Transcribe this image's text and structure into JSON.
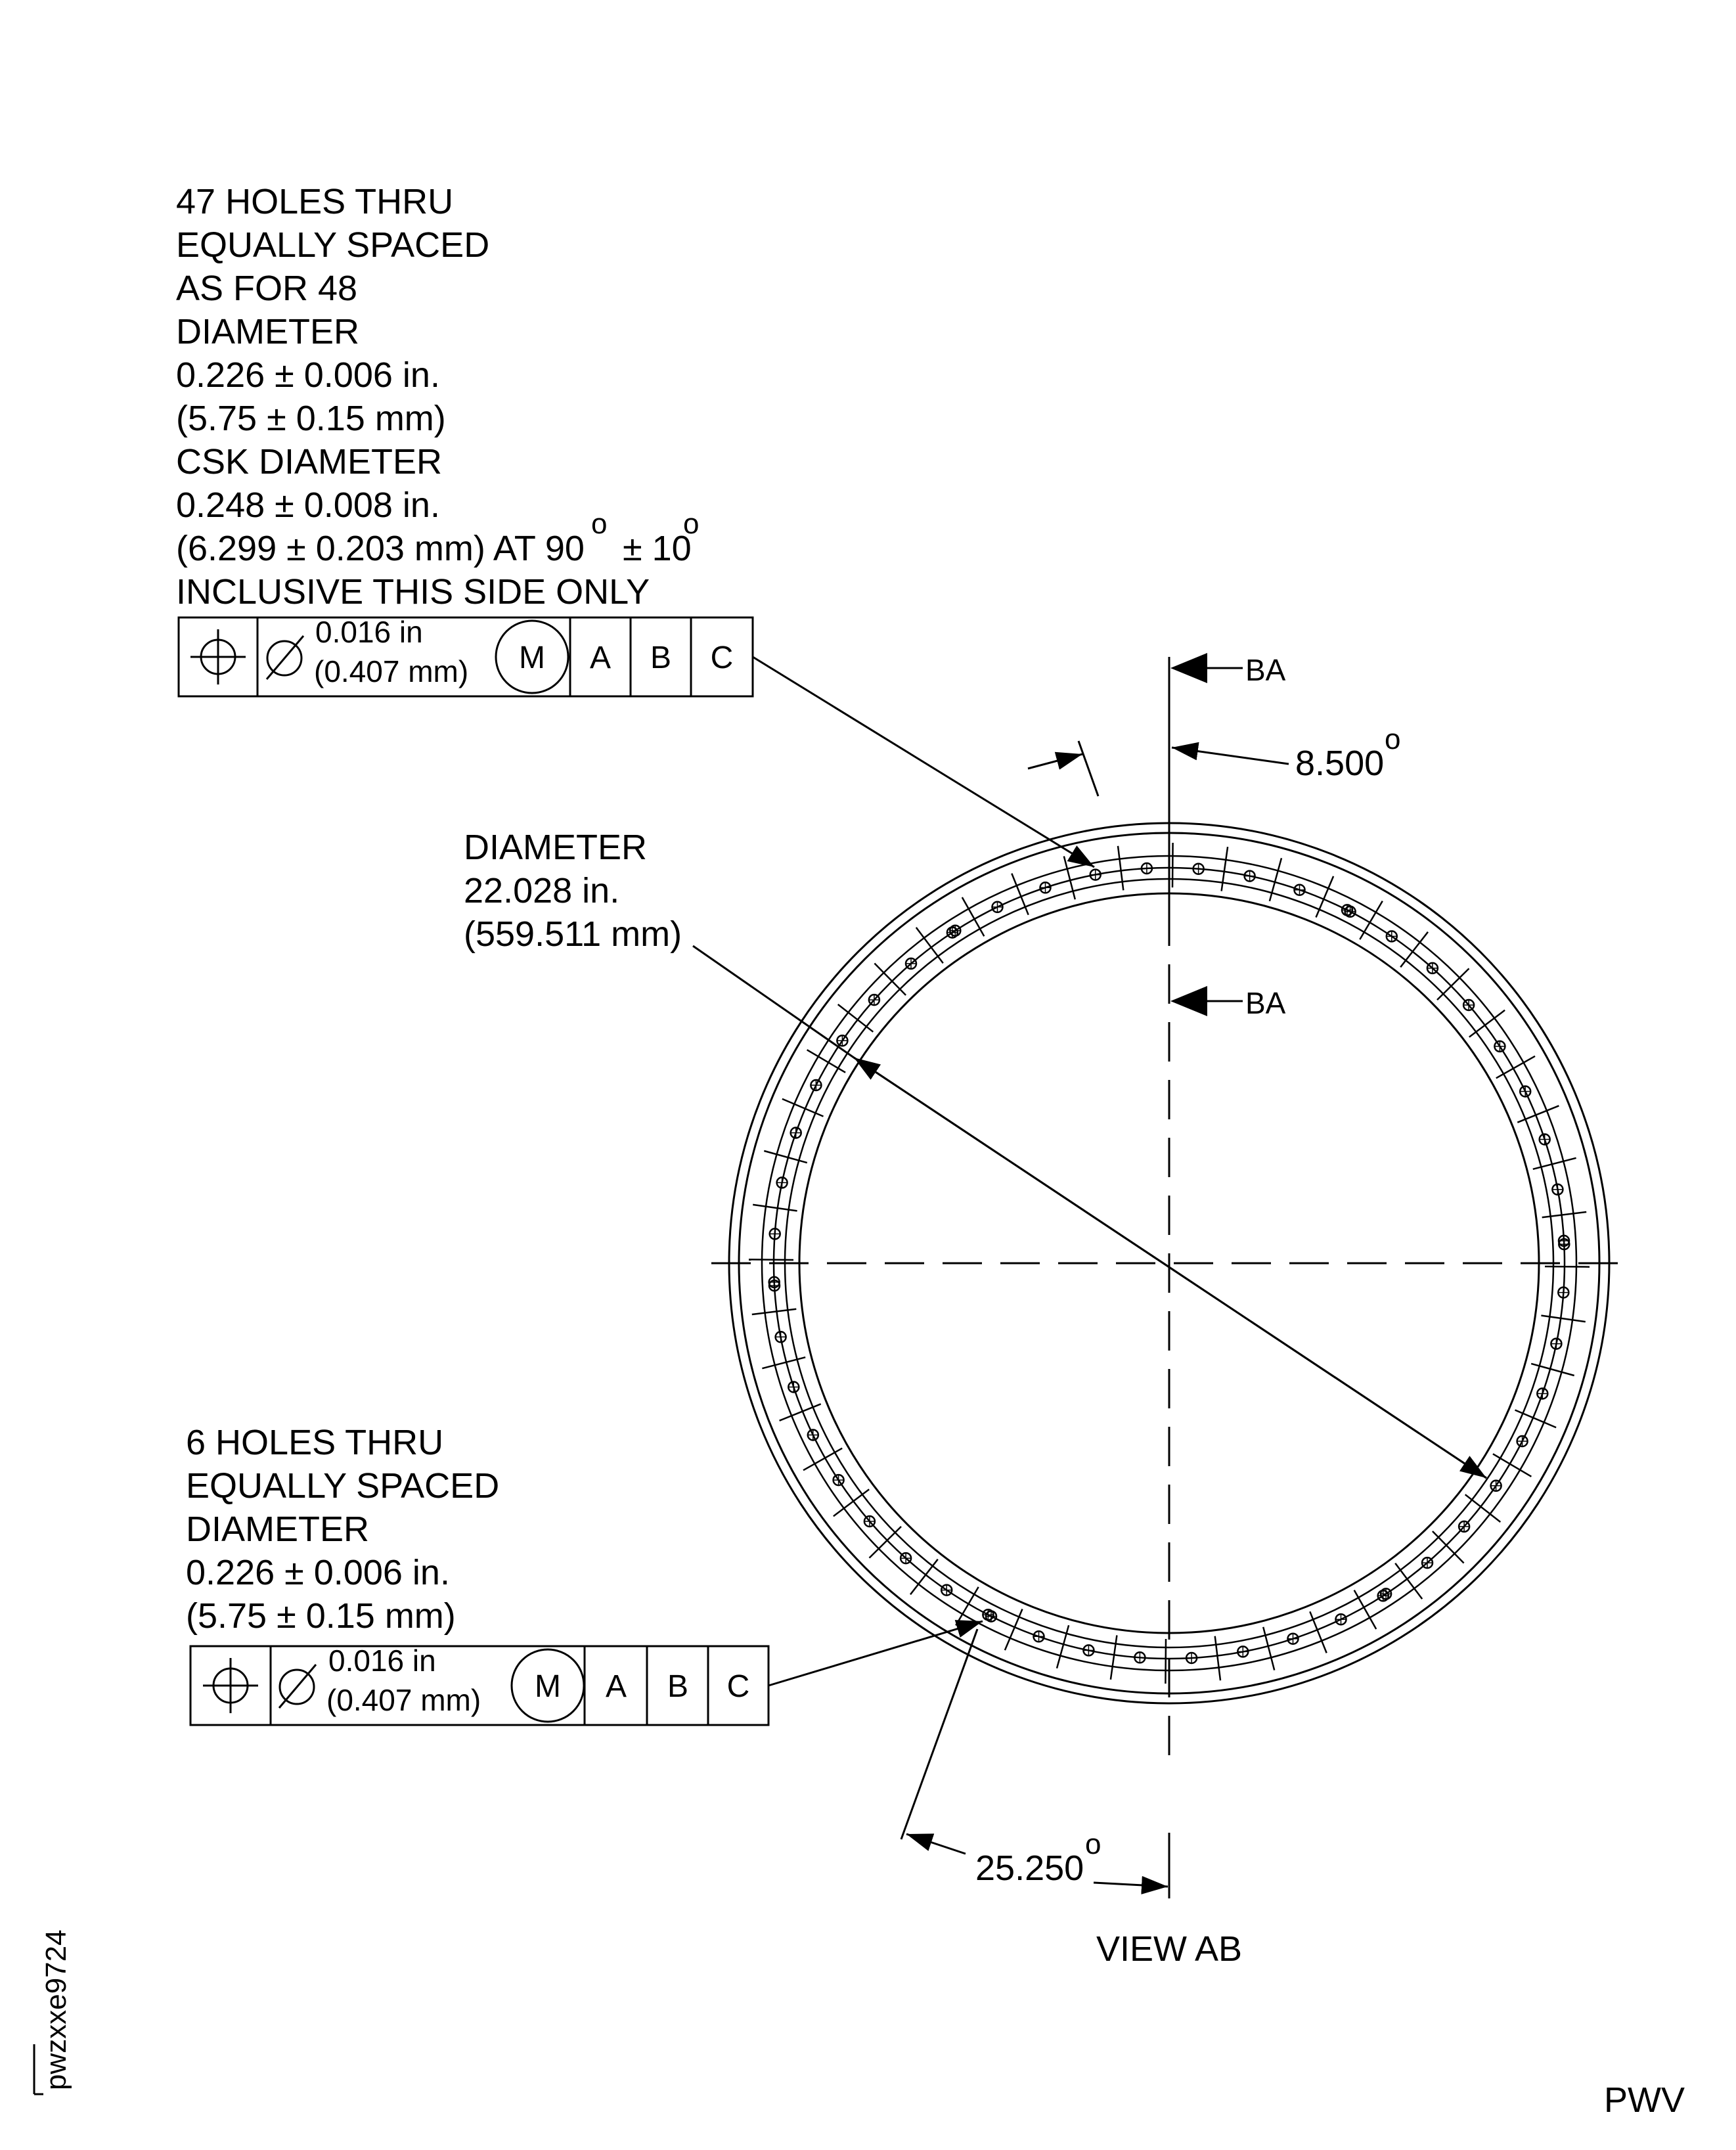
{
  "note_47_holes": {
    "lines": [
      "47 HOLES THRU",
      "EQUALLY SPACED",
      "AS FOR 48",
      "DIAMETER",
      "0.226 ± 0.006 in.",
      "(5.75 ± 0.15 mm)",
      "CSK DIAMETER",
      "0.248 ± 0.008 in.",
      "(6.299 ± 0.203 mm) AT 90",
      "INCLUSIVE THIS SIDE ONLY"
    ],
    "angle_90": "90",
    "angle_tol_prefix": "± 10",
    "degree_symbol": "o"
  },
  "fcf_top": {
    "tolerance_in": "0.016 in",
    "tolerance_mm": "(0.407 mm)",
    "modifier": "M",
    "datums": [
      "A",
      "B",
      "C"
    ]
  },
  "note_6_holes": {
    "lines": [
      "6 HOLES THRU",
      "EQUALLY SPACED",
      "DIAMETER",
      "0.226 ± 0.006 in.",
      "(5.75 ± 0.15 mm)"
    ]
  },
  "fcf_bottom": {
    "tolerance_in": "0.016 in",
    "tolerance_mm": "(0.407 mm)",
    "modifier": "M",
    "datums": [
      "A",
      "B",
      "C"
    ]
  },
  "diameter_note": {
    "lines": [
      "DIAMETER",
      "22.028 in.",
      "(559.511 mm)"
    ]
  },
  "section_label_top": "BA",
  "section_label_mid": "BA",
  "angle_top": "8.500",
  "angle_bottom": "25.250",
  "degree_symbol": "o",
  "view_label": "VIEW AB",
  "figure_id": "pwzxxe9724",
  "corner_code": "PWV"
}
